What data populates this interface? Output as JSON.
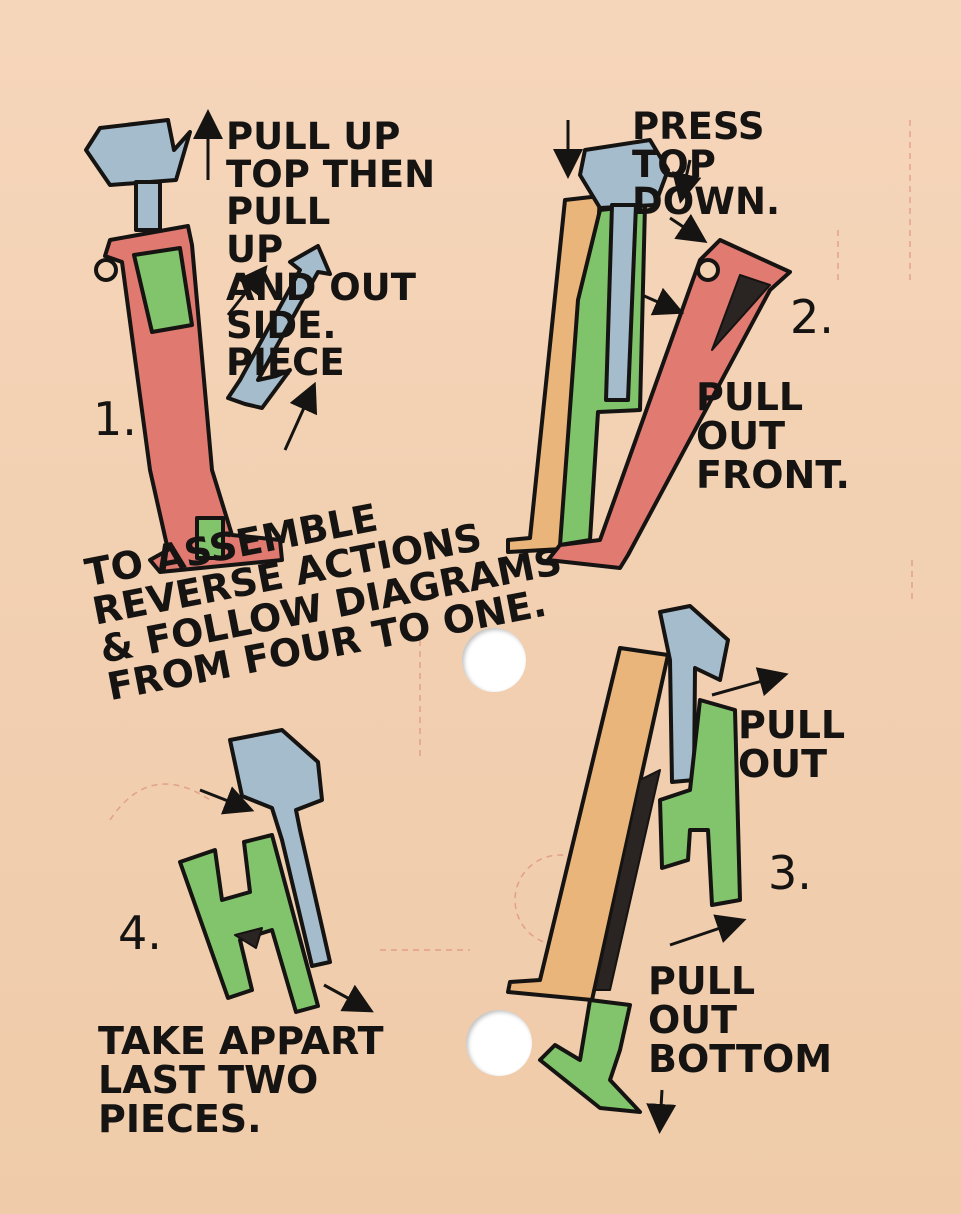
{
  "steps": [
    {
      "number": "1.",
      "instruction": "PULL UP\nTOP THEN\nPULL\nUP\nAND OUT\nSIDE.\nPIECE"
    },
    {
      "number": "2.",
      "instruction_top": "PRESS\nTOP\nDOWN.",
      "instruction_bottom": "PULL\nOUT\nFRONT."
    },
    {
      "number": "3.",
      "instruction_top": "PULL\nOUT",
      "instruction_bottom": "PULL\nOUT\nBOTTOM"
    },
    {
      "number": "4.",
      "instruction": "TAKE APPART\nLAST TWO\nPIECES."
    }
  ],
  "assemble_note": "TO ASSEMBLE\nREVERSE ACTIONS\n& FOLLOW DIAGRAMS\nFROM FOUR TO ONE.",
  "colors": {
    "paper": "#f3d2b4",
    "red_piece": "#e0796f",
    "green_piece": "#7fc36a",
    "blue_piece": "#9ab4c6",
    "orange_piece": "#e8b276",
    "ink": "#161412"
  }
}
